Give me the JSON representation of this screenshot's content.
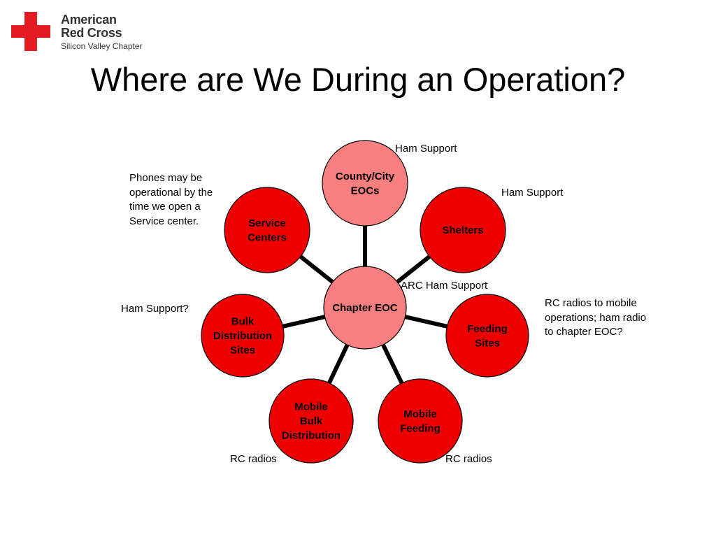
{
  "logo": {
    "line1": "American",
    "line2": "Red Cross",
    "line3": "Silicon Valley Chapter",
    "cross_color": "#e31b23"
  },
  "title": "Where are We During an Operation?",
  "diagram": {
    "center": {
      "lines": [
        "Chapter EOC"
      ],
      "fill": "#f87f7f"
    },
    "nodes": [
      {
        "id": "county-city-eocs",
        "lines": [
          "County/City",
          "EOCs"
        ],
        "fill": "#f87f7f"
      },
      {
        "id": "shelters",
        "lines": [
          "Shelters"
        ],
        "fill": "#ef0000"
      },
      {
        "id": "feeding-sites",
        "lines": [
          "Feeding",
          "Sites"
        ],
        "fill": "#ef0000"
      },
      {
        "id": "mobile-feeding",
        "lines": [
          "Mobile",
          "Feeding"
        ],
        "fill": "#ef0000"
      },
      {
        "id": "mobile-bulk-distribution",
        "lines": [
          "Mobile",
          "Bulk",
          "Distribution"
        ],
        "fill": "#ef0000"
      },
      {
        "id": "bulk-distribution-sites",
        "lines": [
          "Bulk",
          "Distribution",
          "Sites"
        ],
        "fill": "#ef0000"
      },
      {
        "id": "service-centers",
        "lines": [
          "Service",
          "Centers"
        ],
        "fill": "#ef0000"
      }
    ],
    "connector_color": "#000000"
  },
  "notes": {
    "ham_support_county": "Ham Support",
    "ham_support_shelters": "Ham Support",
    "arc_ham_support": "ARC Ham Support",
    "rc_radios_feeding": "RC radios to mobile\noperations; ham radio\nto chapter EOC?",
    "rc_radios_mobile_feeding": "RC radios",
    "rc_radios_mobile_bulk": "RC radios",
    "ham_support_bulk": "Ham Support?",
    "phones_service": "Phones may be\noperational by the\ntime we open a\nService center."
  }
}
